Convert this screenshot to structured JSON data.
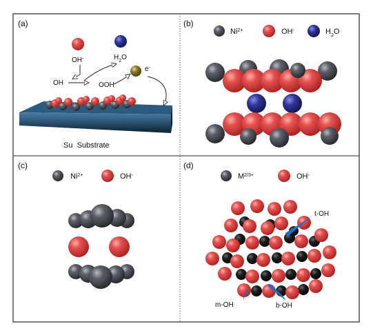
{
  "panels": {
    "a": {
      "label": "(a)",
      "oh_minus": "OH-",
      "h2o": "H2O",
      "oh": "OH",
      "ooh": "OOH",
      "e_minus": "e-",
      "substrate": "Su  Substrate"
    },
    "b": {
      "label": "(b)",
      "legend": [
        "Ni2+",
        "OH-",
        "H2O"
      ]
    },
    "c": {
      "label": "(c)",
      "legend": [
        "Ni2+",
        "OH-"
      ]
    },
    "d": {
      "label": "(d)",
      "legend": [
        "M2/3+",
        "OH-"
      ],
      "annotations": [
        "t-OH",
        "m-OH",
        "b-OH"
      ]
    }
  },
  "colors": {
    "frame": "#444444",
    "divider": "#666666",
    "ni": "#4a4d52",
    "oh": "#e04a4a",
    "h2o": "#2e3194",
    "electron": "#8a7a2a",
    "substrate": "#17364f",
    "pointer": "#1e70c8"
  }
}
